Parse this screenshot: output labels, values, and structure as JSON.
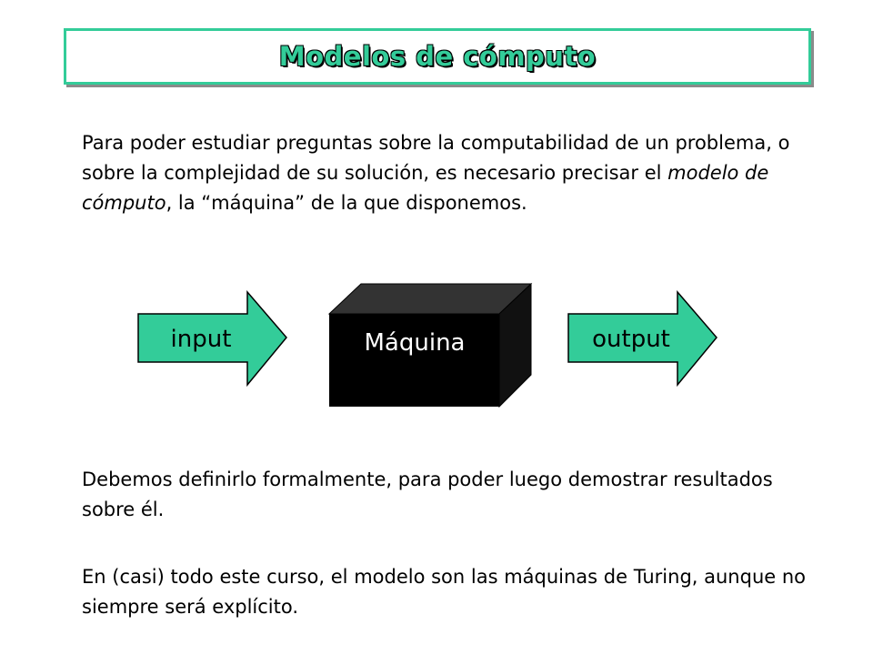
{
  "title": "Modelos de cómputo",
  "paragraph1": {
    "before": "Para poder estudiar preguntas sobre la computabilidad de un problema, o sobre la complejidad de su solución, es necesario precisar el ",
    "emphasis": "modelo de cómputo",
    "after": ", la “máquina” de la que disponemos."
  },
  "diagram": {
    "input_label": "input",
    "machine_label": "Máquina",
    "output_label": "output"
  },
  "paragraph2": "Debemos definirlo formalmente, para poder luego demostrar resultados sobre él.",
  "paragraph3": "En (casi) todo este curso, el modelo son las máquinas de Turing, aunque no siempre será explícito.",
  "colors": {
    "accent": "#33cc99",
    "title_shadow": "#8a8a8a",
    "machine_fill": "#000000",
    "machine_text": "#ffffff"
  }
}
